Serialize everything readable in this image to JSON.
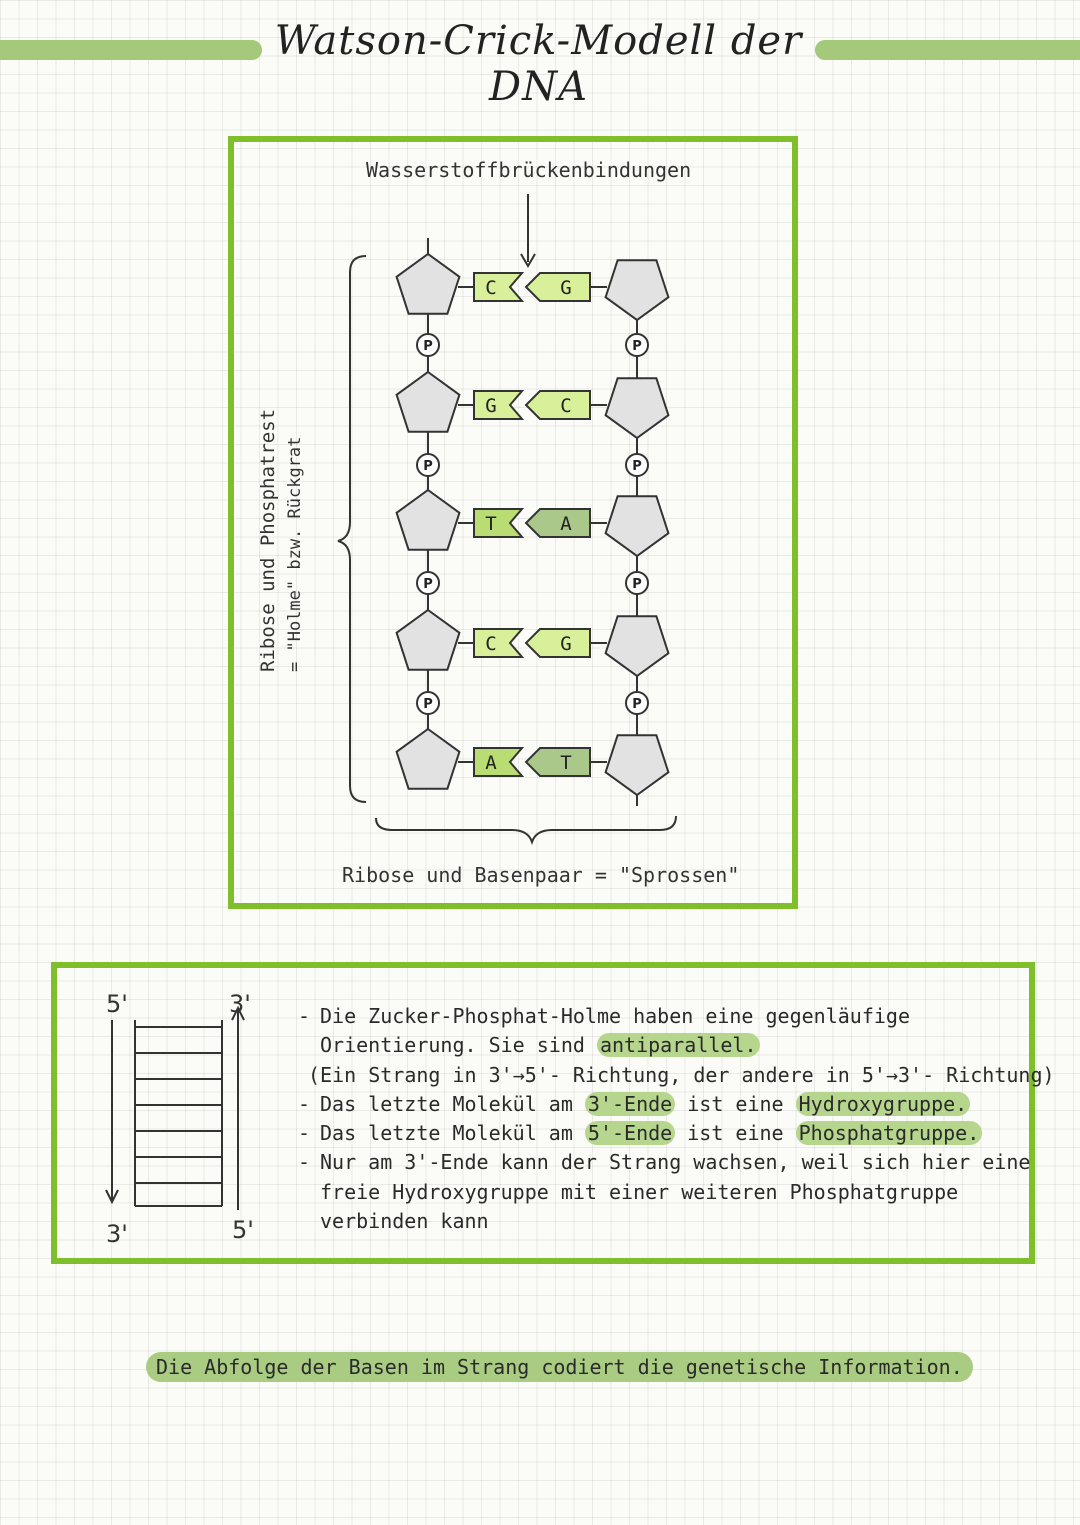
{
  "title": "Watson-Crick-Modell der DNA",
  "diagram": {
    "top_label": "Wasserstoffbrückenbindungen",
    "side_label_1": "Ribose und Phosphatrest",
    "side_label_2": "= \"Holme\" bzw. Rückgrat",
    "bottom_label": "Ribose und Basenpaar = \"Sprossen\"",
    "phosphate_symbol": "P",
    "base_pairs": [
      {
        "left": "C",
        "right": "G"
      },
      {
        "left": "G",
        "right": "C"
      },
      {
        "left": "T",
        "right": "A"
      },
      {
        "left": "C",
        "right": "G"
      },
      {
        "left": "A",
        "right": "T"
      }
    ],
    "colors": {
      "box": "#7fbf2b",
      "base_light": "#d9f09a",
      "base_mid": "#b9dd72",
      "base_dark": "#a9c88a",
      "sugar": "#e2e2e2"
    }
  },
  "ladder": {
    "left_top": "5'",
    "left_bottom": "3'",
    "right_top": "3'",
    "right_bottom": "5'"
  },
  "notes": {
    "n1_a": "Die Zucker-Phosphat-Holme haben eine gegenläufige",
    "n1_b": "Orientierung. Sie sind ",
    "n1_hl": "antiparallel.",
    "n2": "(Ein Strang in 3'→5'- Richtung, der andere in 5'→3'- Richtung)",
    "n3_a": "Das letzte Molekül am ",
    "n3_hl1": "3'-Ende",
    "n3_b": " ist eine ",
    "n3_hl2": "Hydroxygruppe.",
    "n4_a": "Das letzte Molekül am ",
    "n4_hl1": "5'-Ende",
    "n4_b": " ist eine ",
    "n4_hl2": "Phosphatgruppe.",
    "n5_a": "Nur am 3'-Ende kann der Strang wachsen, weil sich hier eine",
    "n5_b": "freie Hydroxygruppe mit einer weiteren Phosphatgruppe",
    "n5_c": "verbinden kann"
  },
  "summary": "Die Abfolge der Basen im Strang codiert die genetische Information."
}
